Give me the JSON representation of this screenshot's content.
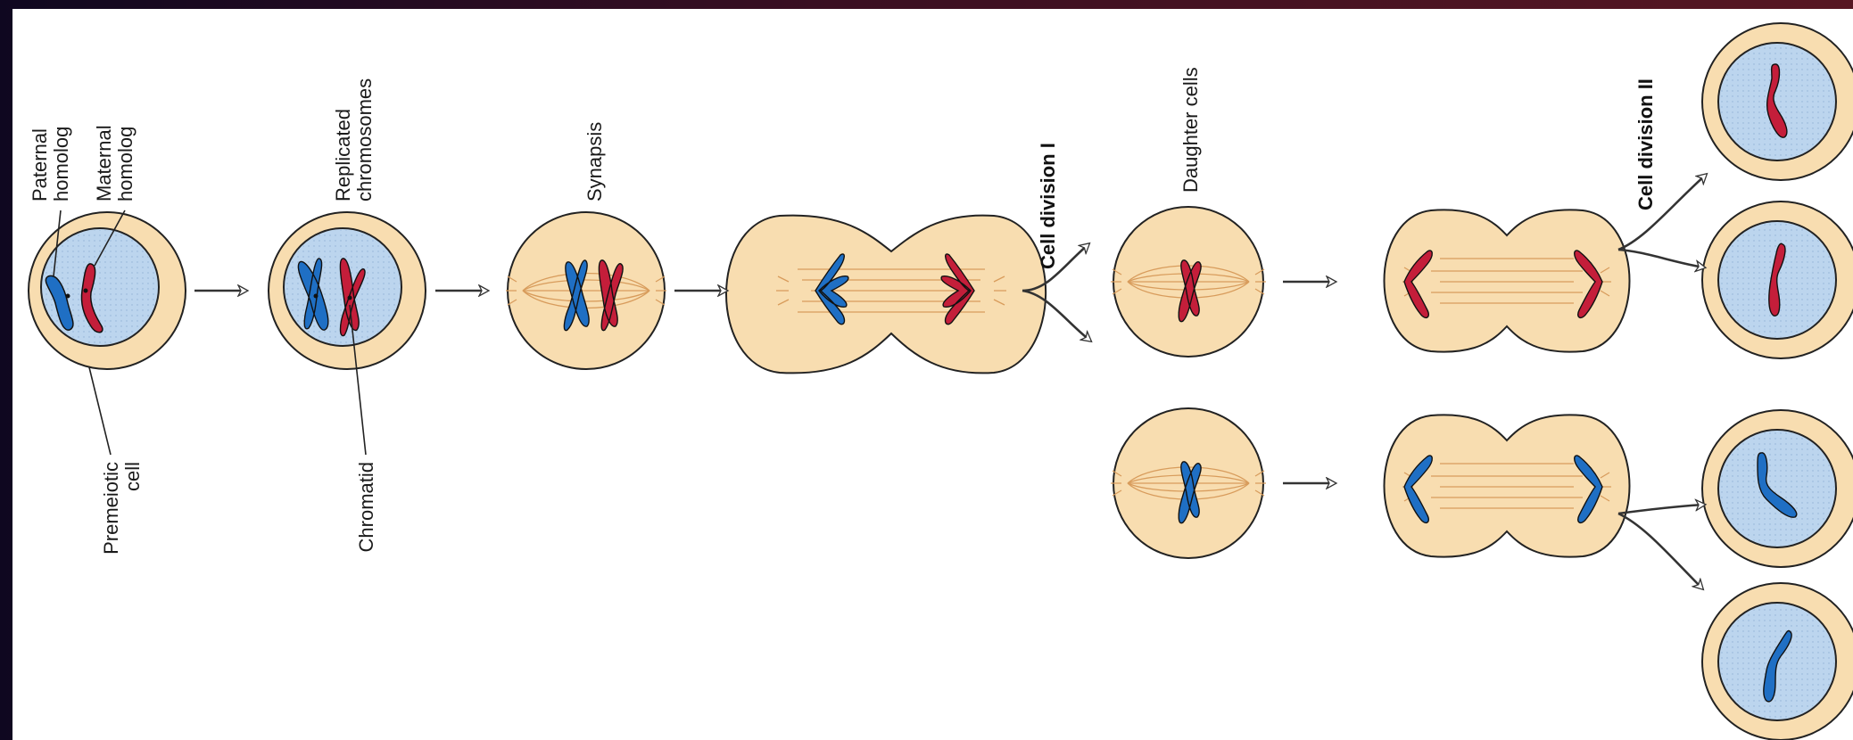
{
  "labels": {
    "paternal_homolog": [
      "Paternal",
      "homolog"
    ],
    "maternal_homolog": [
      "Maternal",
      "homolog"
    ],
    "premeiotic_cell": [
      "Premeiotic",
      "cell"
    ],
    "replicated_chromosomes": [
      "Replicated",
      "chromosomes"
    ],
    "chromatid": "Chromatid",
    "synapsis": "Synapsis",
    "cell_division_1": "Cell division I",
    "daughter_cells": "Daughter cells",
    "cell_division_2": "Cell division II"
  },
  "colors": {
    "frame": "#3a0f22",
    "cytoplasm": "#f8ddb0",
    "nucleus": "#bcd5ee",
    "spindle": "#d89c5c",
    "paternal_blue": "#1f6fc4",
    "maternal_red": "#c41e3a",
    "outline": "#222222"
  }
}
